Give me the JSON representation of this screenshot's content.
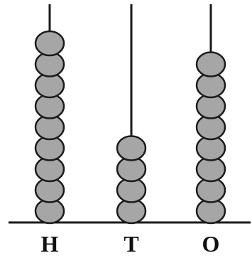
{
  "abacus": {
    "rods": [
      {
        "label": "H",
        "beads": 9
      },
      {
        "label": "T",
        "beads": 4
      },
      {
        "label": "O",
        "beads": 8
      }
    ],
    "colors": {
      "bead_fill": "#a6a6a6",
      "bead_stroke": "#1a1a1a",
      "rod": "#1a1a1a",
      "base": "#1a1a1a",
      "label": "#111111"
    }
  }
}
